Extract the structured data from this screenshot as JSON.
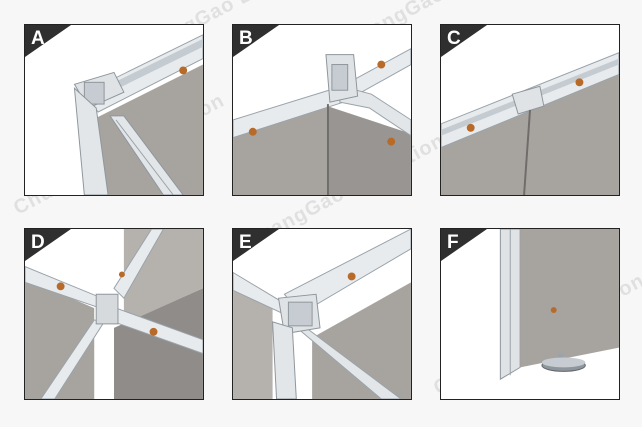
{
  "panels": [
    {
      "letter": "A"
    },
    {
      "letter": "B"
    },
    {
      "letter": "C"
    },
    {
      "letter": "D"
    },
    {
      "letter": "E"
    },
    {
      "letter": "F"
    }
  ],
  "watermark": "ChuangGao Exhibition",
  "colors": {
    "panel_face": "#a7a4a0",
    "panel_dark": "#7e7b78",
    "extrusion": "#e7ebee",
    "extrusion_shade": "#c4cbd1",
    "hole": "#b86a28",
    "label_bg": "#2f2f2f",
    "border": "#222222"
  }
}
